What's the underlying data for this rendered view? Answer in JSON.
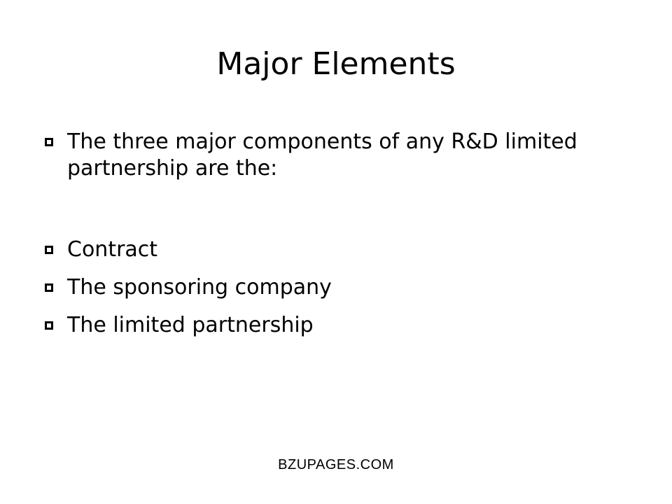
{
  "slide": {
    "title": "Major Elements",
    "bullets": [
      {
        "text": "The three major components of any R&D limited partnership are the:"
      },
      {
        "text": "Contract"
      },
      {
        "text": "The sponsoring company"
      },
      {
        "text": "The limited partnership"
      }
    ],
    "bullet_icon": "square-bullet-icon",
    "footer": "BZUPAGES.COM",
    "colors": {
      "background": "#ffffff",
      "text": "#000000"
    }
  }
}
